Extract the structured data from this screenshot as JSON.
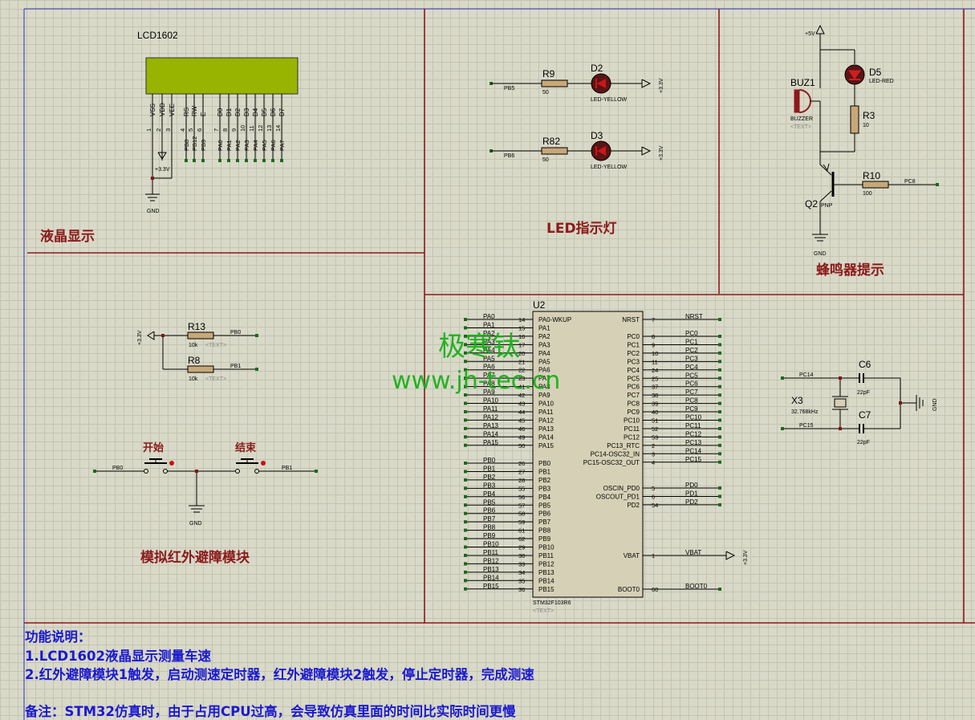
{
  "sections": {
    "lcd": "液晶显示",
    "led": "LED指示灯",
    "buzzer": "蜂鸣器提示",
    "ir": "模拟红外避障模块"
  },
  "watermark": {
    "line1": "极寒钛",
    "line2": "www.jh-tec.cn"
  },
  "notes": {
    "heading": "功能说明：",
    "line1": "1.LCD1602液晶显示测量车速",
    "line2": "2.红外避障模块1触发，启动测速定时器，红外避障模块2触发，停止定时器，完成测速",
    "remark": "备注：STM32仿真时，由于占用CPU过高，会导致仿真里面的时间比实际时间更慢"
  },
  "lcd": {
    "ref": "LCD1602",
    "pins": [
      "VSS",
      "VDD",
      "VEE",
      "RS",
      "RW",
      "E",
      "D0",
      "D1",
      "D2",
      "D3",
      "D4",
      "D5",
      "D6",
      "D7"
    ],
    "nums": [
      "1",
      "2",
      "3",
      "4",
      "5",
      "6",
      "7",
      "8",
      "9",
      "10",
      "11",
      "12",
      "13",
      "14"
    ],
    "nets": [
      "PB8",
      "PB12",
      "PB9",
      "PA0",
      "PA1",
      "PA2",
      "PA3",
      "PA4",
      "PA5",
      "PA6",
      "PA7"
    ],
    "power": "+3.3V",
    "gnd": "GND"
  },
  "leds": [
    {
      "res": "R9",
      "res_val": "50",
      "ref": "D2",
      "val": "LED-YELLOW",
      "net": "PB5",
      "supply": "+3.3V"
    },
    {
      "res": "R82",
      "res_val": "50",
      "ref": "D3",
      "val": "LED-YELLOW",
      "net": "PB6",
      "supply": "+3.3V"
    }
  ],
  "buzzer": {
    "supply": "+5V",
    "buz": "BUZ1",
    "buz_val": "BUZZER",
    "placeholder": "<TEXT>",
    "led": "D5",
    "led_val": "LED-RED",
    "r3": "R3",
    "r3_val": "10",
    "r10": "R10",
    "r10_val": "100",
    "net": "PC8",
    "q": "Q2",
    "q_val": "PNP",
    "gnd": "GND"
  },
  "ir": {
    "supply": "+3.3V",
    "r1": "R13",
    "r1_val": "10k",
    "r1_net": "PB0",
    "r2": "R8",
    "r2_val": "10k",
    "r2_net": "PB1",
    "placeholder": "<TEXT>",
    "btn1": "开始",
    "btn2": "结束",
    "net1": "PB0",
    "net2": "PB1",
    "gnd": "GND"
  },
  "mcu": {
    "ref": "U2",
    "part": "STM32F103R6",
    "placeholder": "<TEXT>",
    "left_a": [
      {
        "net": "PA0",
        "num": "14",
        "pin": "PA0-WKUP"
      },
      {
        "net": "PA1",
        "num": "15",
        "pin": "PA1"
      },
      {
        "net": "PA2",
        "num": "16",
        "pin": "PA2"
      },
      {
        "net": "PA3",
        "num": "17",
        "pin": "PA3"
      },
      {
        "net": "PA4",
        "num": "20",
        "pin": "PA4"
      },
      {
        "net": "PA5",
        "num": "21",
        "pin": "PA5"
      },
      {
        "net": "PA6",
        "num": "22",
        "pin": "PA6"
      },
      {
        "net": "PA7",
        "num": "23",
        "pin": "PA7"
      },
      {
        "net": "PA8",
        "num": "41",
        "pin": "PA8"
      },
      {
        "net": "PA9",
        "num": "42",
        "pin": "PA9"
      },
      {
        "net": "PA10",
        "num": "43",
        "pin": "PA10"
      },
      {
        "net": "PA11",
        "num": "44",
        "pin": "PA11"
      },
      {
        "net": "PA12",
        "num": "45",
        "pin": "PA12"
      },
      {
        "net": "PA13",
        "num": "46",
        "pin": "PA13"
      },
      {
        "net": "PA14",
        "num": "49",
        "pin": "PA14"
      },
      {
        "net": "PA15",
        "num": "50",
        "pin": "PA15"
      }
    ],
    "left_b": [
      {
        "net": "PB0",
        "num": "26",
        "pin": "PB0"
      },
      {
        "net": "PB1",
        "num": "27",
        "pin": "PB1"
      },
      {
        "net": "PB2",
        "num": "28",
        "pin": "PB2"
      },
      {
        "net": "PB3",
        "num": "55",
        "pin": "PB3"
      },
      {
        "net": "PB4",
        "num": "56",
        "pin": "PB4"
      },
      {
        "net": "PB5",
        "num": "57",
        "pin": "PB5"
      },
      {
        "net": "PB6",
        "num": "58",
        "pin": "PB6"
      },
      {
        "net": "PB7",
        "num": "59",
        "pin": "PB7"
      },
      {
        "net": "PB8",
        "num": "61",
        "pin": "PB8"
      },
      {
        "net": "PB9",
        "num": "62",
        "pin": "PB9"
      },
      {
        "net": "PB10",
        "num": "29",
        "pin": "PB10"
      },
      {
        "net": "PB11",
        "num": "30",
        "pin": "PB11"
      },
      {
        "net": "PB12",
        "num": "33",
        "pin": "PB12"
      },
      {
        "net": "PB13",
        "num": "34",
        "pin": "PB13"
      },
      {
        "net": "PB14",
        "num": "35",
        "pin": "PB14"
      },
      {
        "net": "PB15",
        "num": "36",
        "pin": "PB15"
      }
    ],
    "right_top": {
      "net": "NRST",
      "num": "7",
      "pin": "NRST"
    },
    "right_c": [
      {
        "net": "PC0",
        "num": "8",
        "pin": "PC0"
      },
      {
        "net": "PC1",
        "num": "9",
        "pin": "PC1"
      },
      {
        "net": "PC2",
        "num": "10",
        "pin": "PC2"
      },
      {
        "net": "PC3",
        "num": "11",
        "pin": "PC3"
      },
      {
        "net": "PC4",
        "num": "24",
        "pin": "PC4"
      },
      {
        "net": "PC5",
        "num": "25",
        "pin": "PC5"
      },
      {
        "net": "PC6",
        "num": "37",
        "pin": "PC6"
      },
      {
        "net": "PC7",
        "num": "38",
        "pin": "PC7"
      },
      {
        "net": "PC8",
        "num": "39",
        "pin": "PC8"
      },
      {
        "net": "PC9",
        "num": "40",
        "pin": "PC9"
      },
      {
        "net": "PC10",
        "num": "51",
        "pin": "PC10"
      },
      {
        "net": "PC11",
        "num": "52",
        "pin": "PC11"
      },
      {
        "net": "PC12",
        "num": "53",
        "pin": "PC12"
      },
      {
        "net": "PC13",
        "num": "2",
        "pin": "PC13_RTC"
      },
      {
        "net": "PC14",
        "num": "3",
        "pin": "PC14-OSC32_IN"
      },
      {
        "net": "PC15",
        "num": "4",
        "pin": "PC15-OSC32_OUT"
      }
    ],
    "right_d": [
      {
        "net": "PD0",
        "num": "5",
        "pin": "OSCIN_PD0"
      },
      {
        "net": "PD1",
        "num": "6",
        "pin": "OSCOUT_PD1"
      },
      {
        "net": "PD2",
        "num": "54",
        "pin": "PD2"
      }
    ],
    "vbat": {
      "net": "VBAT",
      "num": "1",
      "pin": "VBAT",
      "supply": "+3.3V"
    },
    "boot": {
      "net": "BOOT0",
      "num": "60",
      "pin": "BOOT0"
    }
  },
  "crystal": {
    "ref": "X3",
    "val": "32.768kHz",
    "c1": "C6",
    "c1_val": "22pF",
    "c2": "C7",
    "c2_val": "22pF",
    "net1": "PC14",
    "net2": "PC15",
    "gnd": "GND"
  }
}
